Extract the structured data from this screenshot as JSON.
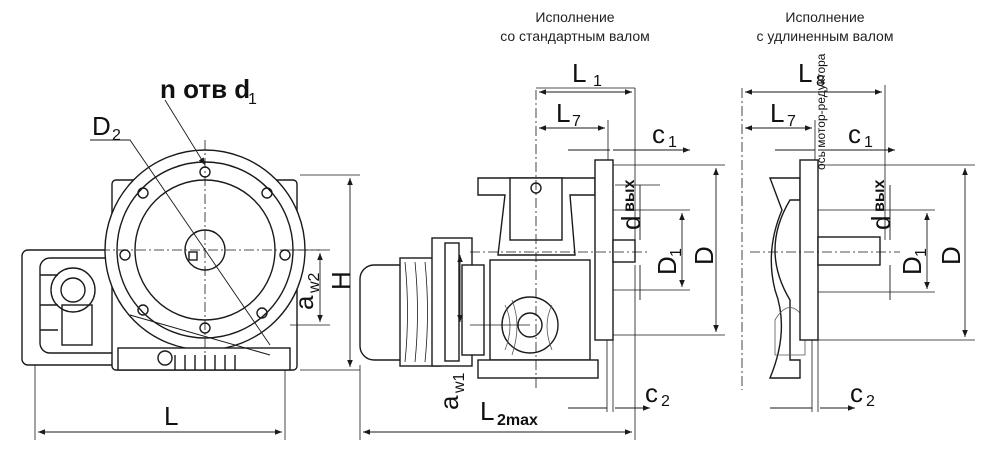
{
  "captions": {
    "standard": [
      "Исполнение",
      "со стандартным валом"
    ],
    "extended": [
      "Исполнение",
      "с удлиненным валом"
    ]
  },
  "labels": {
    "holes": "n отв d",
    "holes_sub": "1",
    "D2": "D",
    "D2_sub": "2",
    "H": "H",
    "aw2": "a",
    "aw2_sub": "w2",
    "L": "L",
    "L2max": "L",
    "L2max_sub": "2max",
    "aw1": "a",
    "aw1_sub": "w1",
    "L1": "L",
    "L1_sub": "1",
    "L7": "L",
    "L7_sub": "7",
    "c1": "c",
    "c1_sub": "1",
    "c2": "c",
    "c2_sub": "2",
    "dvyh": "d",
    "dvyh_sub": "вых",
    "D1": "D",
    "D1_sub": "1",
    "D": "D",
    "L8": "L",
    "L8_sub": "8",
    "axis_note": "ось мотор-редуктора"
  },
  "colors": {
    "line": "#1a1a1a",
    "hatch": "#555555",
    "fill": "#ffffff"
  }
}
